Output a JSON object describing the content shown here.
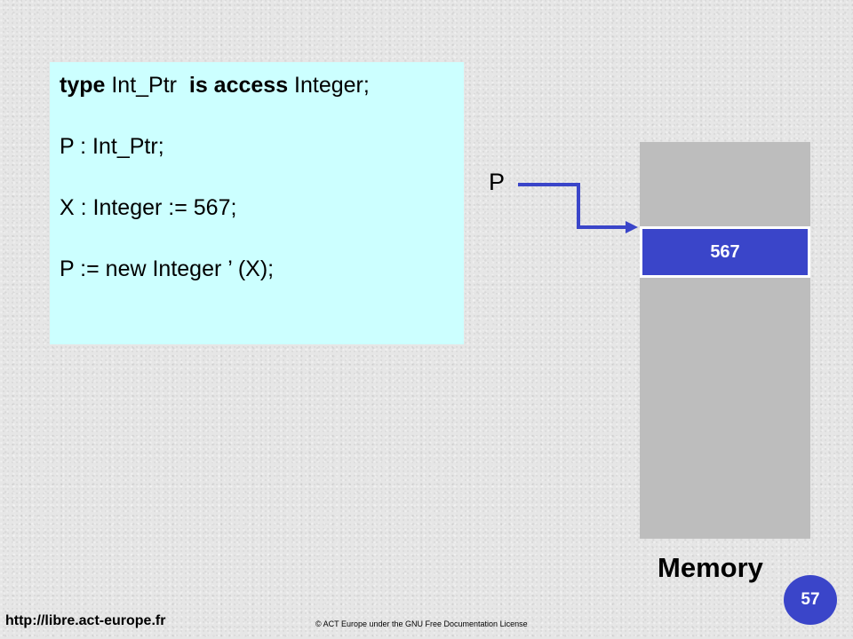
{
  "code": {
    "line1": {
      "kw1": "type",
      "t1": " Int_Ptr  ",
      "kw2": "is access",
      "t2": " Integer;"
    },
    "line2": "P : Int_Ptr;",
    "line3": "X : Integer := 567;",
    "line4": "P := new Integer ’ (X);"
  },
  "diagram": {
    "pointer_name": "P",
    "cell_value": "567",
    "memory_label": "Memory"
  },
  "slide": {
    "page_number": "57",
    "url": "http://libre.act-europe.fr",
    "copyright": "© ACT Europe under the GNU Free Documentation License"
  },
  "colors": {
    "code_background": "#ccffff",
    "accent_blue": "#3a45c9",
    "memory_gray": "#bdbdbd"
  }
}
